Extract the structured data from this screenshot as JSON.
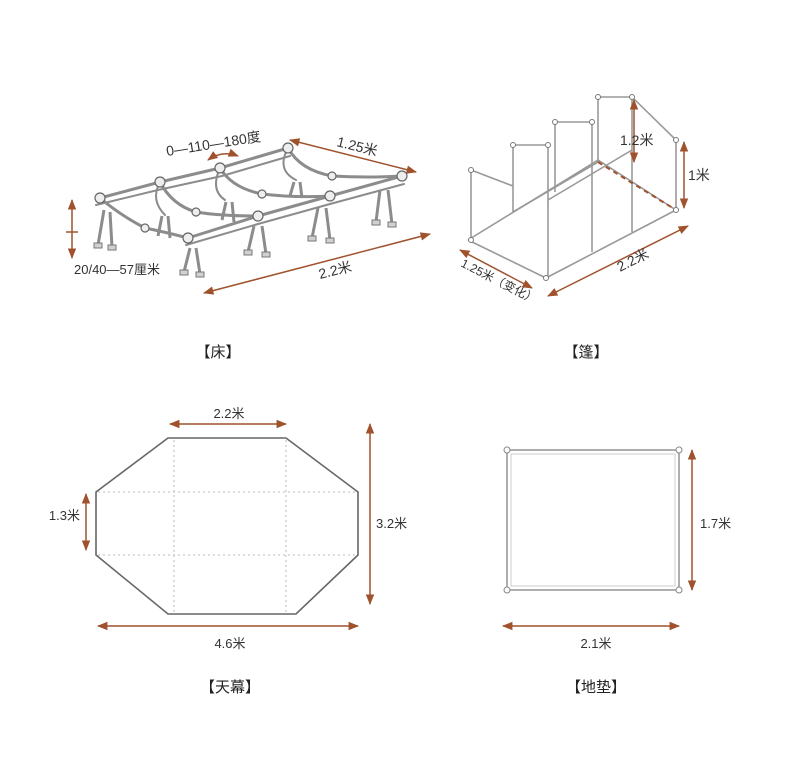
{
  "colors": {
    "dimension": "#a0522d",
    "frame": "#8c8c8c",
    "text": "#333333"
  },
  "panels": {
    "bed": {
      "caption": "【床】",
      "label_angle": "0—110—180度",
      "label_width": "1.25米",
      "label_height": "20/40—57厘米",
      "label_length": "2.2米"
    },
    "tent": {
      "caption": "【篷】",
      "label_height_inner": "1.2米",
      "label_height_end": "1米",
      "label_width": "1.25米（变化）",
      "label_length": "2.2米"
    },
    "canopy": {
      "caption": "【天幕】",
      "label_top": "2.2米",
      "label_side": "1.3米",
      "label_height": "3.2米",
      "label_width": "4.6米"
    },
    "mat": {
      "caption": "【地垫】",
      "label_height": "1.7米",
      "label_width": "2.1米"
    }
  }
}
